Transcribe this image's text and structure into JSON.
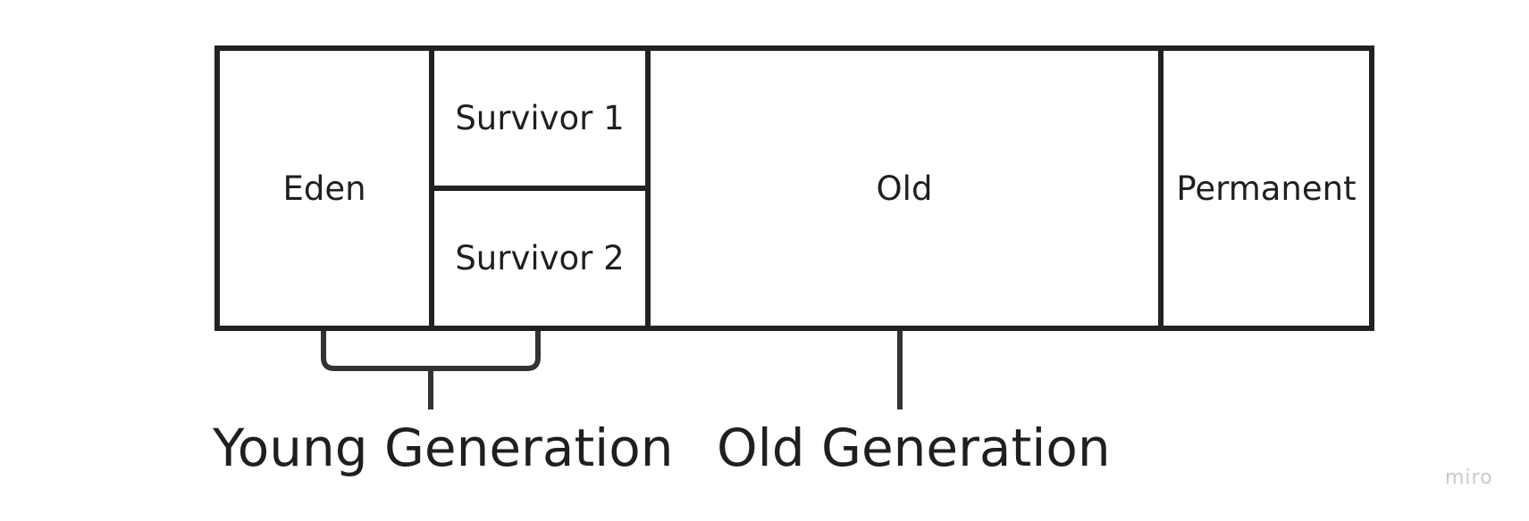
{
  "regions": {
    "eden": "Eden",
    "survivor1": "Survivor 1",
    "survivor2": "Survivor 2",
    "old": "Old",
    "permanent": "Permanent"
  },
  "labels": {
    "young_generation": "Young Generation",
    "old_generation": "Old Generation"
  },
  "watermark": "miro",
  "colors": {
    "stroke": "#222222",
    "text": "#1f1f1f",
    "watermark": "#c9c9c9",
    "background": "#ffffff"
  }
}
